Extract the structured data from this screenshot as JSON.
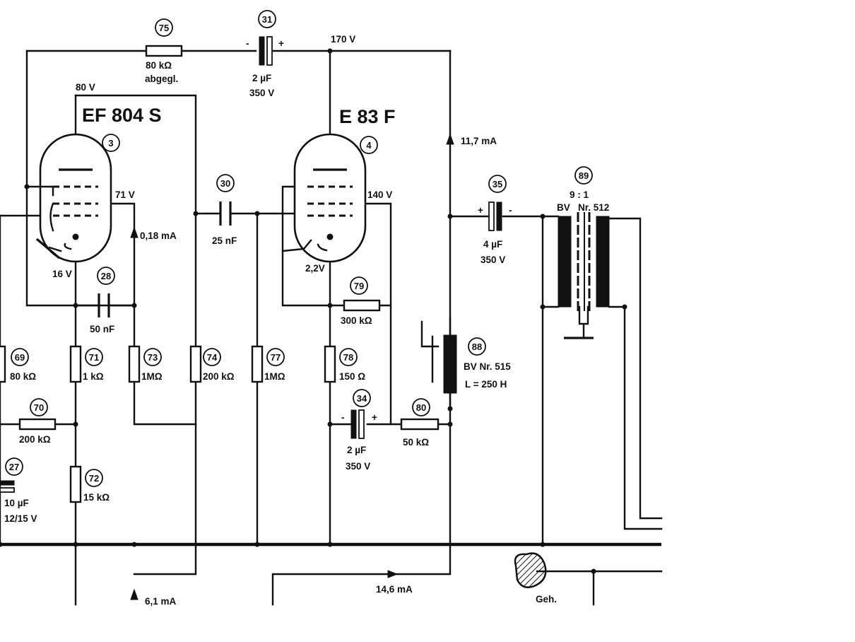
{
  "tubes": {
    "v1": {
      "type": "EF 804 S",
      "ref": "3"
    },
    "v2": {
      "type": "E 83 F",
      "ref": "4"
    }
  },
  "voltages": {
    "supply": "170 V",
    "anode_v1": "80 V",
    "screen_v1": "71 V",
    "cathode_v1": "16 V",
    "screen_v2": "140 V",
    "cathode_v2": "2,2V"
  },
  "currents": {
    "supply": "11,7 mA",
    "screen_v1": "0,18  mA",
    "bottom_left": "6,1 mA",
    "bottom_mid": "14,6 mA"
  },
  "components": {
    "c31": {
      "ref": "31",
      "value": "2 µF",
      "rating": "350 V",
      "minus": "-",
      "plus": "+"
    },
    "r75": {
      "ref": "75",
      "value": "80 kΩ",
      "note": "abgegl."
    },
    "c30": {
      "ref": "30",
      "value": "25 nF"
    },
    "c28": {
      "ref": "28",
      "value": "50 nF"
    },
    "c35": {
      "ref": "35",
      "value": "4 µF",
      "rating": "350 V",
      "minus": "-",
      "plus": "+"
    },
    "t89": {
      "ref": "89",
      "ratio": "9 : 1",
      "bv": "BV",
      "part": "Nr. 512"
    },
    "r69": {
      "ref": "69",
      "value": "80 kΩ"
    },
    "r71": {
      "ref": "71",
      "value": "1 kΩ"
    },
    "r73": {
      "ref": "73",
      "value": "1MΩ"
    },
    "r74": {
      "ref": "74",
      "value": "200 kΩ"
    },
    "r77": {
      "ref": "77",
      "value": "1MΩ"
    },
    "r78": {
      "ref": "78",
      "value": "150 Ω"
    },
    "r79": {
      "ref": "79",
      "value": "300 kΩ"
    },
    "r70": {
      "ref": "70",
      "value": "200 kΩ"
    },
    "c27": {
      "ref": "27",
      "value": "10 µF",
      "rating": "12/15 V"
    },
    "r72": {
      "ref": "72",
      "value": "15 kΩ"
    },
    "c34": {
      "ref": "34",
      "value": "2 µF",
      "rating": "350 V",
      "minus": "-",
      "plus": "+"
    },
    "r80": {
      "ref": "80",
      "value": "50 kΩ"
    },
    "l88": {
      "ref": "88",
      "part": "BV Nr. 515",
      "inductance": "L = 250 H"
    }
  },
  "chassis": {
    "label": "Geh."
  }
}
